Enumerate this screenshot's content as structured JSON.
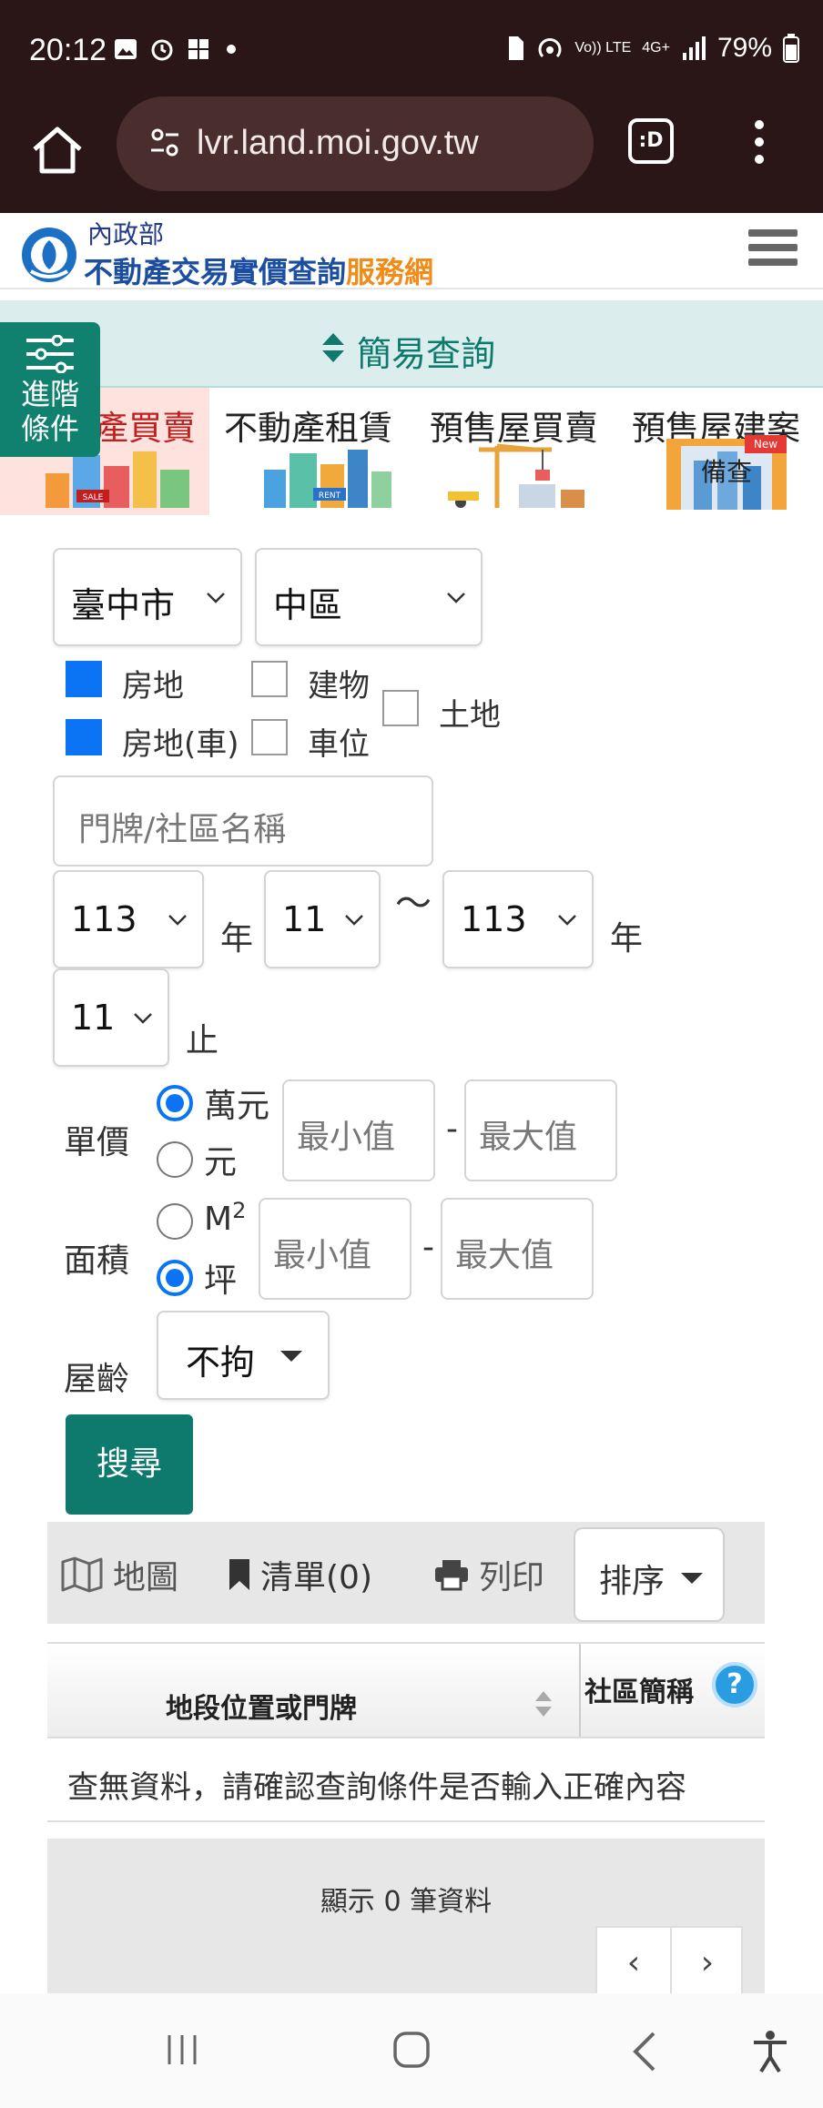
{
  "status": {
    "time": "20:12",
    "battery": "79%",
    "net1": "Vo)) LTE",
    "net2": "4G+"
  },
  "browser": {
    "url": "lvr.land.moi.gov.tw",
    "tabs_label": ":D"
  },
  "site": {
    "ministry": "內政部",
    "title_main": "不動產交易實價查詢",
    "title_service": "服務網"
  },
  "query_band": {
    "label": "簡易查詢"
  },
  "advanced_button": {
    "line1": "進階",
    "line2": "條件"
  },
  "categories": [
    {
      "label": "產買賣",
      "active": true
    },
    {
      "label": "不動產租賃",
      "active": false
    },
    {
      "label": "預售屋買賣",
      "active": false
    },
    {
      "label": "預售屋建案",
      "active": false
    }
  ],
  "category_badges": {
    "sale": "SALE",
    "rent": "RENT",
    "new": "New",
    "filing": "備查"
  },
  "form": {
    "city": "臺中市",
    "district": "中區",
    "types": [
      {
        "label": "房地",
        "checked": true
      },
      {
        "label": "建物",
        "checked": false
      },
      {
        "label": "土地",
        "checked": false
      },
      {
        "label": "房地(車)",
        "checked": true
      },
      {
        "label": "車位",
        "checked": false
      }
    ],
    "address_placeholder": "門牌/社區名稱",
    "date": {
      "from_year": "113",
      "from_month": "11",
      "to_year": "113",
      "to_month": "11",
      "year_unit": "年",
      "tilde": "～",
      "end_unit": "止"
    },
    "unit_price": {
      "label": "單價",
      "options": [
        {
          "label": "萬元",
          "checked": true
        },
        {
          "label": "元",
          "checked": false
        }
      ],
      "min_placeholder": "最小值",
      "max_placeholder": "最大值",
      "dash": "-"
    },
    "area": {
      "label": "面積",
      "options": [
        {
          "label": "M",
          "sup": "2",
          "checked": false
        },
        {
          "label": "坪",
          "checked": true
        }
      ],
      "min_placeholder": "最小值",
      "max_placeholder": "最大值",
      "dash": "-"
    },
    "age": {
      "label": "屋齡",
      "value": "不拘"
    },
    "search_label": "搜尋"
  },
  "toolbar": {
    "map": "地圖",
    "list": "清單(0)",
    "print": "列印",
    "sort": "排序"
  },
  "table": {
    "col1": "地段位置或門牌",
    "col2": "社區簡稱",
    "help": "?",
    "empty": "查無資料，請確認查詢條件是否輸入正確內容"
  },
  "footer": {
    "count_text": "顯示 0 筆資料",
    "prev": "‹",
    "next": "›"
  },
  "colors": {
    "accent": "#0e7a6e",
    "checkbox": "#0a74f5",
    "chrome": "#2a1616",
    "active_tab": "#c01f1f"
  }
}
